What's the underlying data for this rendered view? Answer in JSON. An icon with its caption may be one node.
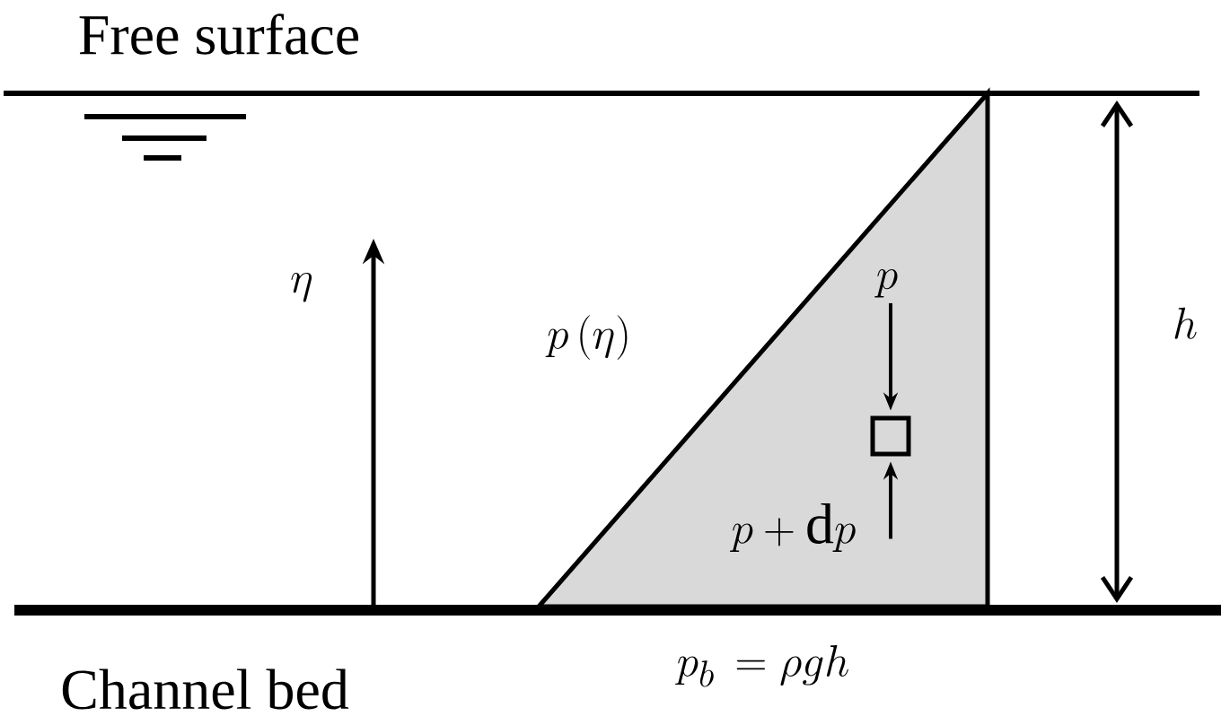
{
  "diagram": {
    "nodes": [
      {
        "text": [
          "p"
        ]
      },
      {
        "text": [],
        "shape": "box"
      },
      {
        "text": [
          "p + \\mathrm{d}p"
        ]
      }
    ],
    "edges": [
      {
        "from": 0,
        "to": 1,
        "arrow": "to"
      },
      {
        "from": 2,
        "to": 1,
        "arrow": "to"
      }
    ],
    "labels": [
      "Free surface",
      "\\eta",
      "p\\,(\\eta)",
      "h",
      "Channel bed",
      "p_b\\, = \\rho g h"
    ]
  }
}
